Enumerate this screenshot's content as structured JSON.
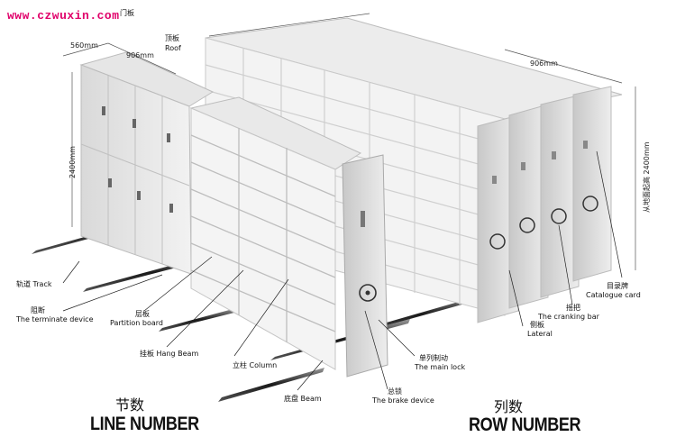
{
  "watermark": "www.czwuxin.com",
  "dimensions": {
    "depth_left": "560mm",
    "width_left": "906mm",
    "height_left": "2400mm",
    "width_right": "906mm",
    "height_right": "从地面起高 2400mm"
  },
  "labels": {
    "door": {
      "cn": "门板"
    },
    "roof": {
      "cn": "顶板",
      "en": "Roof"
    },
    "track": {
      "text": "轨道 Track"
    },
    "terminate": {
      "cn": "阻断",
      "en": "The terminate device"
    },
    "partition": {
      "cn": "层板",
      "en": "Partition board"
    },
    "hang_beam": {
      "text": "挂板 Hang Beam"
    },
    "column": {
      "text": "立柱 Column"
    },
    "beam": {
      "text": "底盘 Beam"
    },
    "brake": {
      "cn": "总锁",
      "en": "The brake device"
    },
    "main_lock": {
      "cn": "单列制动",
      "en": "The main lock"
    },
    "lateral": {
      "cn": "侧板",
      "en": "Lateral"
    },
    "cranking": {
      "cn": "摇把",
      "en": "The cranking bar"
    },
    "catalogue": {
      "cn": "目录牌",
      "en": "Catalogue card"
    }
  },
  "headings": {
    "line_cn": "节数",
    "line_en": "LINE NUMBER",
    "row_cn": "列数",
    "row_en": "ROW NUMBER"
  }
}
